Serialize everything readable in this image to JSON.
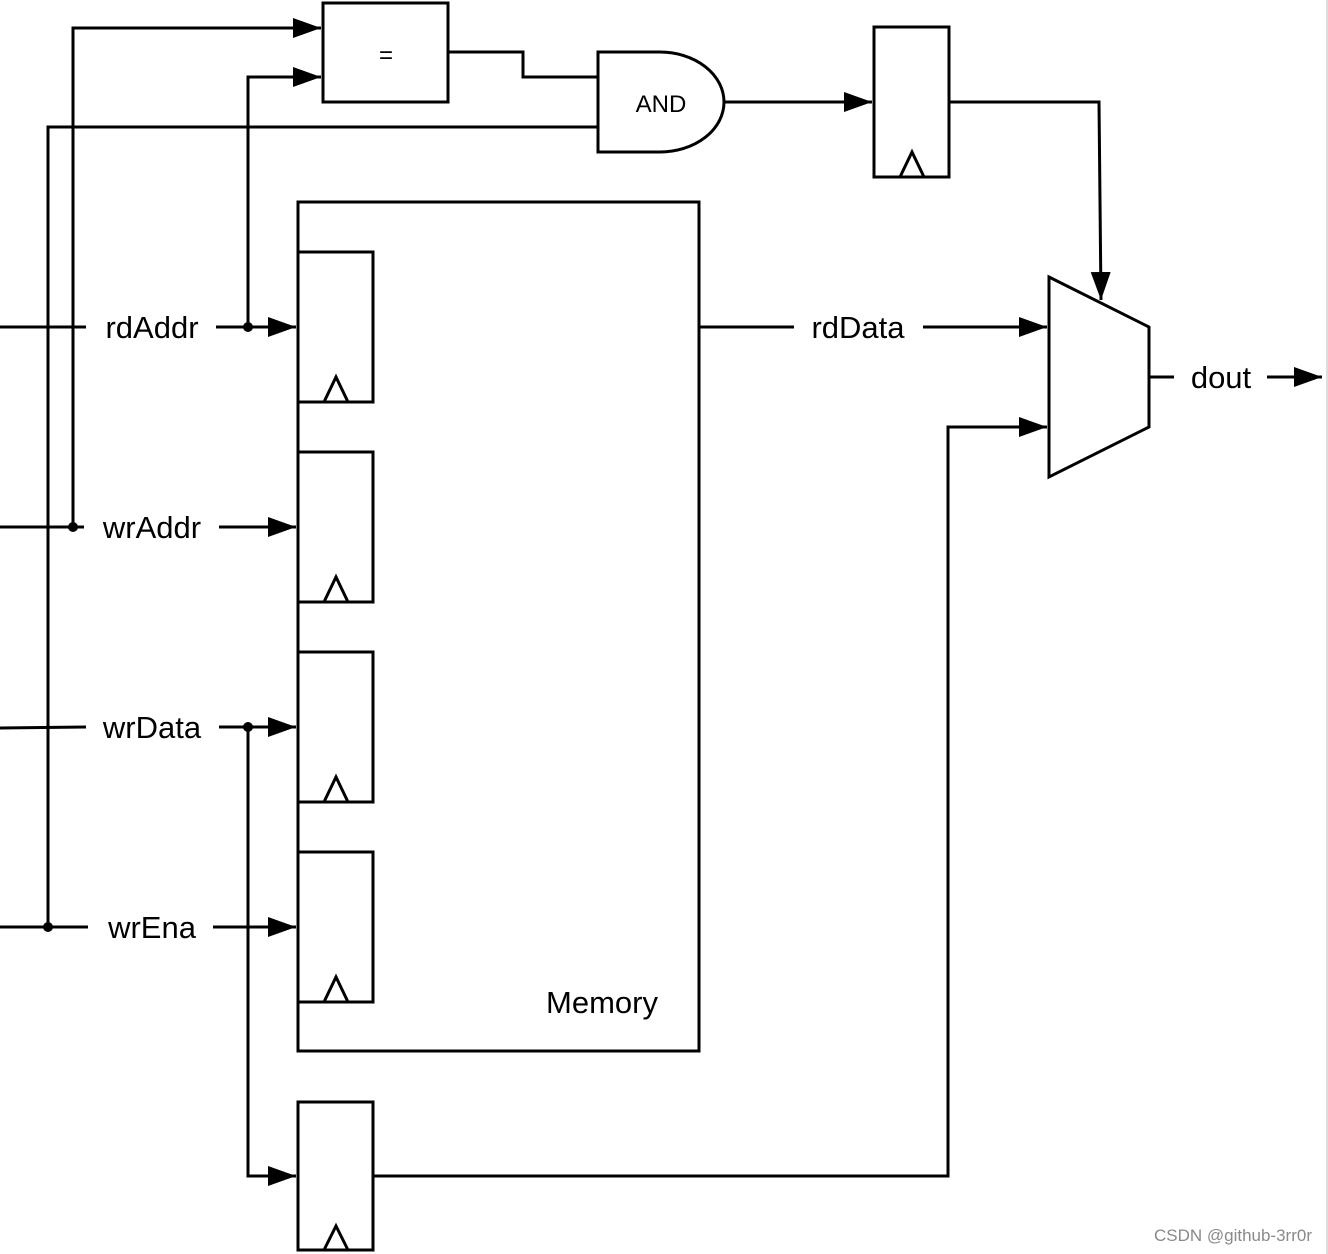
{
  "signals": {
    "rdAddr": "rdAddr",
    "wrAddr": "wrAddr",
    "wrData": "wrData",
    "wrEna": "wrEna",
    "rdData": "rdData",
    "dout": "dout"
  },
  "blocks": {
    "comparator": "=",
    "and_gate": "AND",
    "memory": "Memory"
  },
  "watermark": "CSDN @github-3rr0r"
}
